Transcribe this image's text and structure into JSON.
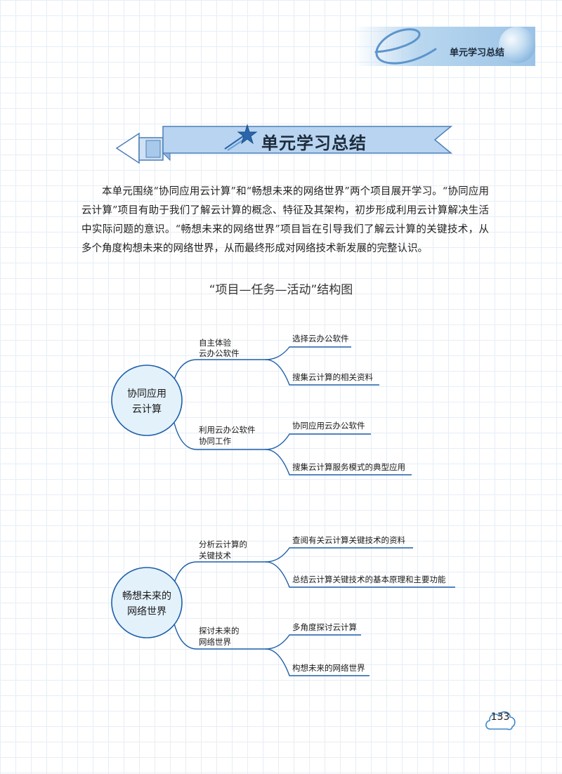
{
  "header": {
    "title": "单元学习总结"
  },
  "banner": {
    "title": "单元学习总结"
  },
  "intro": "本单元围绕“协同应用云计算”和“畅想未来的网络世界”两个项目展开学习。“协同应用云计算”项目有助于我们了解云计算的概念、特征及其架构，初步形成利用云计算解决生活中实际问题的意识。“畅想未来的网络世界”项目旨在引导我们了解云计算的关键技术，从多个角度构想未来的网络世界，从而最终形成对网络技术新发展的完整认识。",
  "diagram": {
    "title": "“项目—任务—活动”结构图",
    "projects": [
      {
        "lines": [
          "协同应用",
          "云计算"
        ],
        "tasks": [
          {
            "lines": [
              "自主体验",
              "云办公软件"
            ],
            "activities": [
              "选择云办公软件",
              "搜集云计算的相关资料"
            ]
          },
          {
            "lines": [
              "利用云办公软件",
              "协同工作"
            ],
            "activities": [
              "协同应用云办公软件",
              "搜集云计算服务模式的典型应用"
            ]
          }
        ]
      },
      {
        "lines": [
          "畅想未来的",
          "网络世界"
        ],
        "tasks": [
          {
            "lines": [
              "分析云计算的",
              "关键技术"
            ],
            "activities": [
              "查阅有关云计算关键技术的资料",
              "总结云计算关键技术的基本原理和主要功能"
            ]
          },
          {
            "lines": [
              "探讨未来的",
              "网络世界"
            ],
            "activities": [
              "多角度探讨云计算",
              "构想未来的网络世界"
            ]
          }
        ]
      }
    ]
  },
  "page_number": "133",
  "colors": {
    "line": "#1e5fa8",
    "circle_fill": "#e3f1fb",
    "banner": "#b8d4f0",
    "accent": "#6aa0d8"
  }
}
